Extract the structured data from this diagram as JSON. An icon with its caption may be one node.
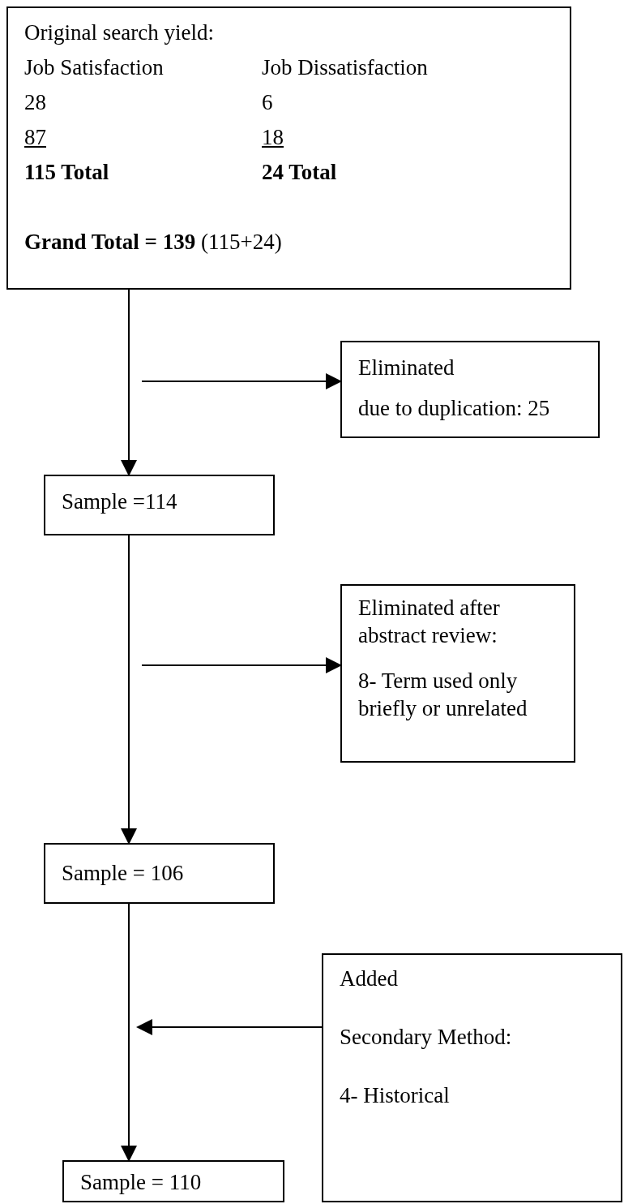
{
  "diagram": {
    "nodes": [
      {
        "text": [
          "Original search yield:",
          "Job Satisfaction",
          "Job Dissatisfaction",
          "28",
          "6",
          "87",
          "18",
          "115 Total",
          "24 Total",
          "**Grand Total = 139** (115+24)"
        ]
      },
      {
        "text": [
          "Eliminated",
          "due to duplication: 25"
        ]
      },
      {
        "text": [
          "Sample =114"
        ]
      },
      {
        "text": [
          "Eliminated after abstract review:",
          "8- Term used only briefly or unrelated"
        ]
      },
      {
        "text": [
          "Sample = 106"
        ]
      },
      {
        "text": [
          "Added",
          "Secondary Method:",
          "4- Historical"
        ]
      },
      {
        "text": [
          "Sample = 110"
        ]
      }
    ],
    "edges": [
      {
        "from": 0,
        "to": 2,
        "arrow": "to"
      },
      {
        "from": null,
        "to": 1,
        "arrow": "to"
      },
      {
        "from": 2,
        "to": 4,
        "arrow": "to"
      },
      {
        "from": null,
        "to": 3,
        "arrow": "to"
      },
      {
        "from": 4,
        "to": 6,
        "arrow": "to"
      },
      {
        "from": 5,
        "to": null,
        "arrow": "to"
      }
    ]
  }
}
